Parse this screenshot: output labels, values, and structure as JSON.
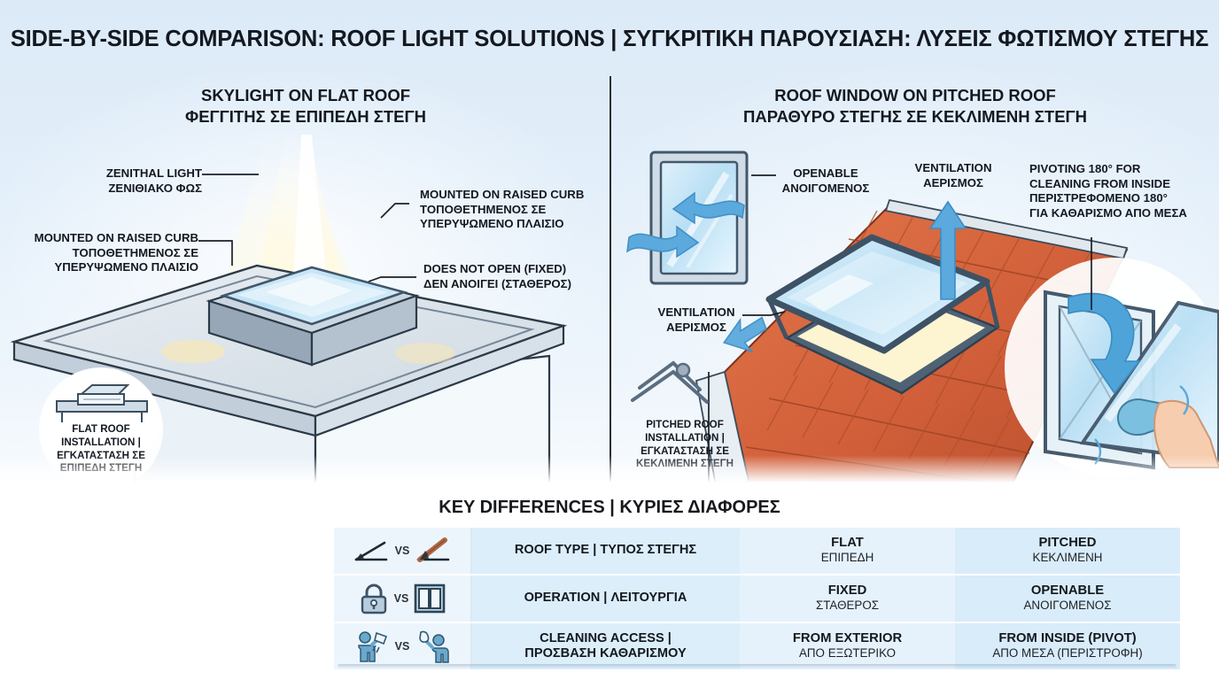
{
  "header": {
    "title": "SIDE-BY-SIDE COMPARISON: ROOF LIGHT SOLUTIONS | ΣΥΓΚΡΙΤΙΚΗ ΠΑΡΟΥΣΙΑΣΗ: ΛΥΣΕΙΣ ΦΩΤΙΣΜΟΥ ΣΤΕΓΗΣ"
  },
  "panels": {
    "left": {
      "title_en": "SKYLIGHT ON FLAT ROOF",
      "title_el": "ΦΕΓΓΙΤΗΣ ΣΕ ΕΠΙΠΕΔΗ ΣΤΕΓΗ",
      "labels": {
        "zenithal": {
          "en": "ZENITHAL LIGHT",
          "el": "ΖΕΝΙΘΙΑΚΟ ΦΩΣ"
        },
        "curb_left": {
          "en": "MOUNTED ON RAISED CURB",
          "el1": "ΤΟΠΟΘΕΤΗΜΕΝΟΣ ΣΕ",
          "el2": "ΥΠΕΡΥΨΩΜΕΝΟ ΠΛΑΙΣΙΟ"
        },
        "curb_right": {
          "en": "MOUNTED ON RAISED CURB",
          "el1": "ΤΟΠΟΘΕΤΗΜΕΝΟΣ ΣΕ",
          "el2": "ΥΠΕΡΥΨΩΜΕΝΟ ΠΛΑΙΣΙΟ"
        },
        "fixed": {
          "en": "DOES NOT OPEN (FIXED)",
          "el": "ΔΕΝ ΑΝΟΙΓΕΙ (ΣΤΑΘΕΡΟΣ)"
        }
      },
      "badge": {
        "line1": "FLAT ROOF",
        "line2": "INSTALLATION |",
        "line3": "ΕΓΚΑΤΑΣΤΑΣΗ ΣΕ",
        "line4": "ΕΠΙΠΕΔΗ ΣΤΕΓΗ"
      }
    },
    "right": {
      "title_en": "ROOF WINDOW ON PITCHED ROOF",
      "title_el": "ΠΑΡΑΘΥΡΟ ΣΤΕΓΗΣ ΣΕ ΚΕΚΛΙΜΕΝΗ ΣΤΕΓΗ",
      "labels": {
        "openable": {
          "en": "OPENABLE",
          "el": "ΑΝΟΙΓΟΜΕΝΟΣ"
        },
        "ventilation_top": {
          "en": "VENTILATION",
          "el": "ΑΕΡΙΣΜΟΣ"
        },
        "ventilation_side": {
          "en": "VENTILATION",
          "el": "ΑΕΡΙΣΜΟΣ"
        },
        "pivot": {
          "en1": "PIVOTING 180° FOR",
          "en2": "CLEANING FROM INSIDE",
          "el1": "ΠΕΡΙΣΤΡΕΦΟΜΕΝΟ 180°",
          "el2": "ΓΙΑ ΚΑΘΑΡΙΣΜΟ ΑΠΟ ΜΕΣΑ"
        }
      },
      "badge": {
        "line1": "PITCHED ROOF",
        "line2": "INSTALLATION |",
        "line3": "ΕΓΚΑΤΑΣΤΑΣΗ ΣΕ",
        "line4": "ΚΕΚΛΙΜΕΝΗ ΣΤΕΓΗ"
      }
    }
  },
  "key_differences": {
    "title_en": "KEY DIFFERENCES",
    "title_sep": " | ",
    "title_el": "ΚΥΡΙΕΣ ΔΙΑΦΟΡΕΣ",
    "vs_label": "VS",
    "rows": [
      {
        "icon_left": "flat-angle-icon",
        "icon_right": "pitched-angle-icon",
        "label": "ROOF TYPE | ΤΥΠΟΣ ΣΤΕΓΗΣ",
        "label_line2": "",
        "a_en": "FLAT",
        "a_el": "ΕΠΙΠΕΔΗ",
        "b_en": "PITCHED",
        "b_el": "ΚΕΚΛΙΜΕΝΗ"
      },
      {
        "icon_left": "lock-icon",
        "icon_right": "open-window-icon",
        "label": "OPERATION | ΛΕΙΤΟΥΡΓΙΑ",
        "label_line2": "",
        "a_en": "FIXED",
        "a_el": "ΣΤΑΘΕΡΟΣ",
        "b_en": "OPENABLE",
        "b_el": "ΑΝΟΙΓΟΜΕΝΟΣ"
      },
      {
        "icon_left": "person-cleaning-outside-icon",
        "icon_right": "person-cleaning-inside-icon",
        "label": "CLEANING ACCESS |",
        "label_line2": "ΠΡΟΣΒΑΣΗ ΚΑΘΑΡΙΣΜΟΥ",
        "a_en": "FROM EXTERIOR",
        "a_el": "ΑΠΟ ΕΞΩΤΕΡΙΚΟ",
        "b_en": "FROM INSIDE (PIVOT)",
        "b_el": "ΑΠΟ ΜΕΣΑ (ΠΕΡΙΣΤΡΟΦΗ)"
      }
    ]
  },
  "colors": {
    "background_top": "#dceaf7",
    "background_bottom": "#ffffff",
    "text": "#141820",
    "table_icon_cell": "#edf5fc",
    "table_label_cell": "#dceefa",
    "table_col_a": "#e6f2fb",
    "table_col_b": "#d9ecf9",
    "roof_tile": "#d9663f",
    "frame_grey": "#5e7286",
    "glass_blue": "#bfe0f2",
    "arrow_blue": "#4ea3d8"
  }
}
